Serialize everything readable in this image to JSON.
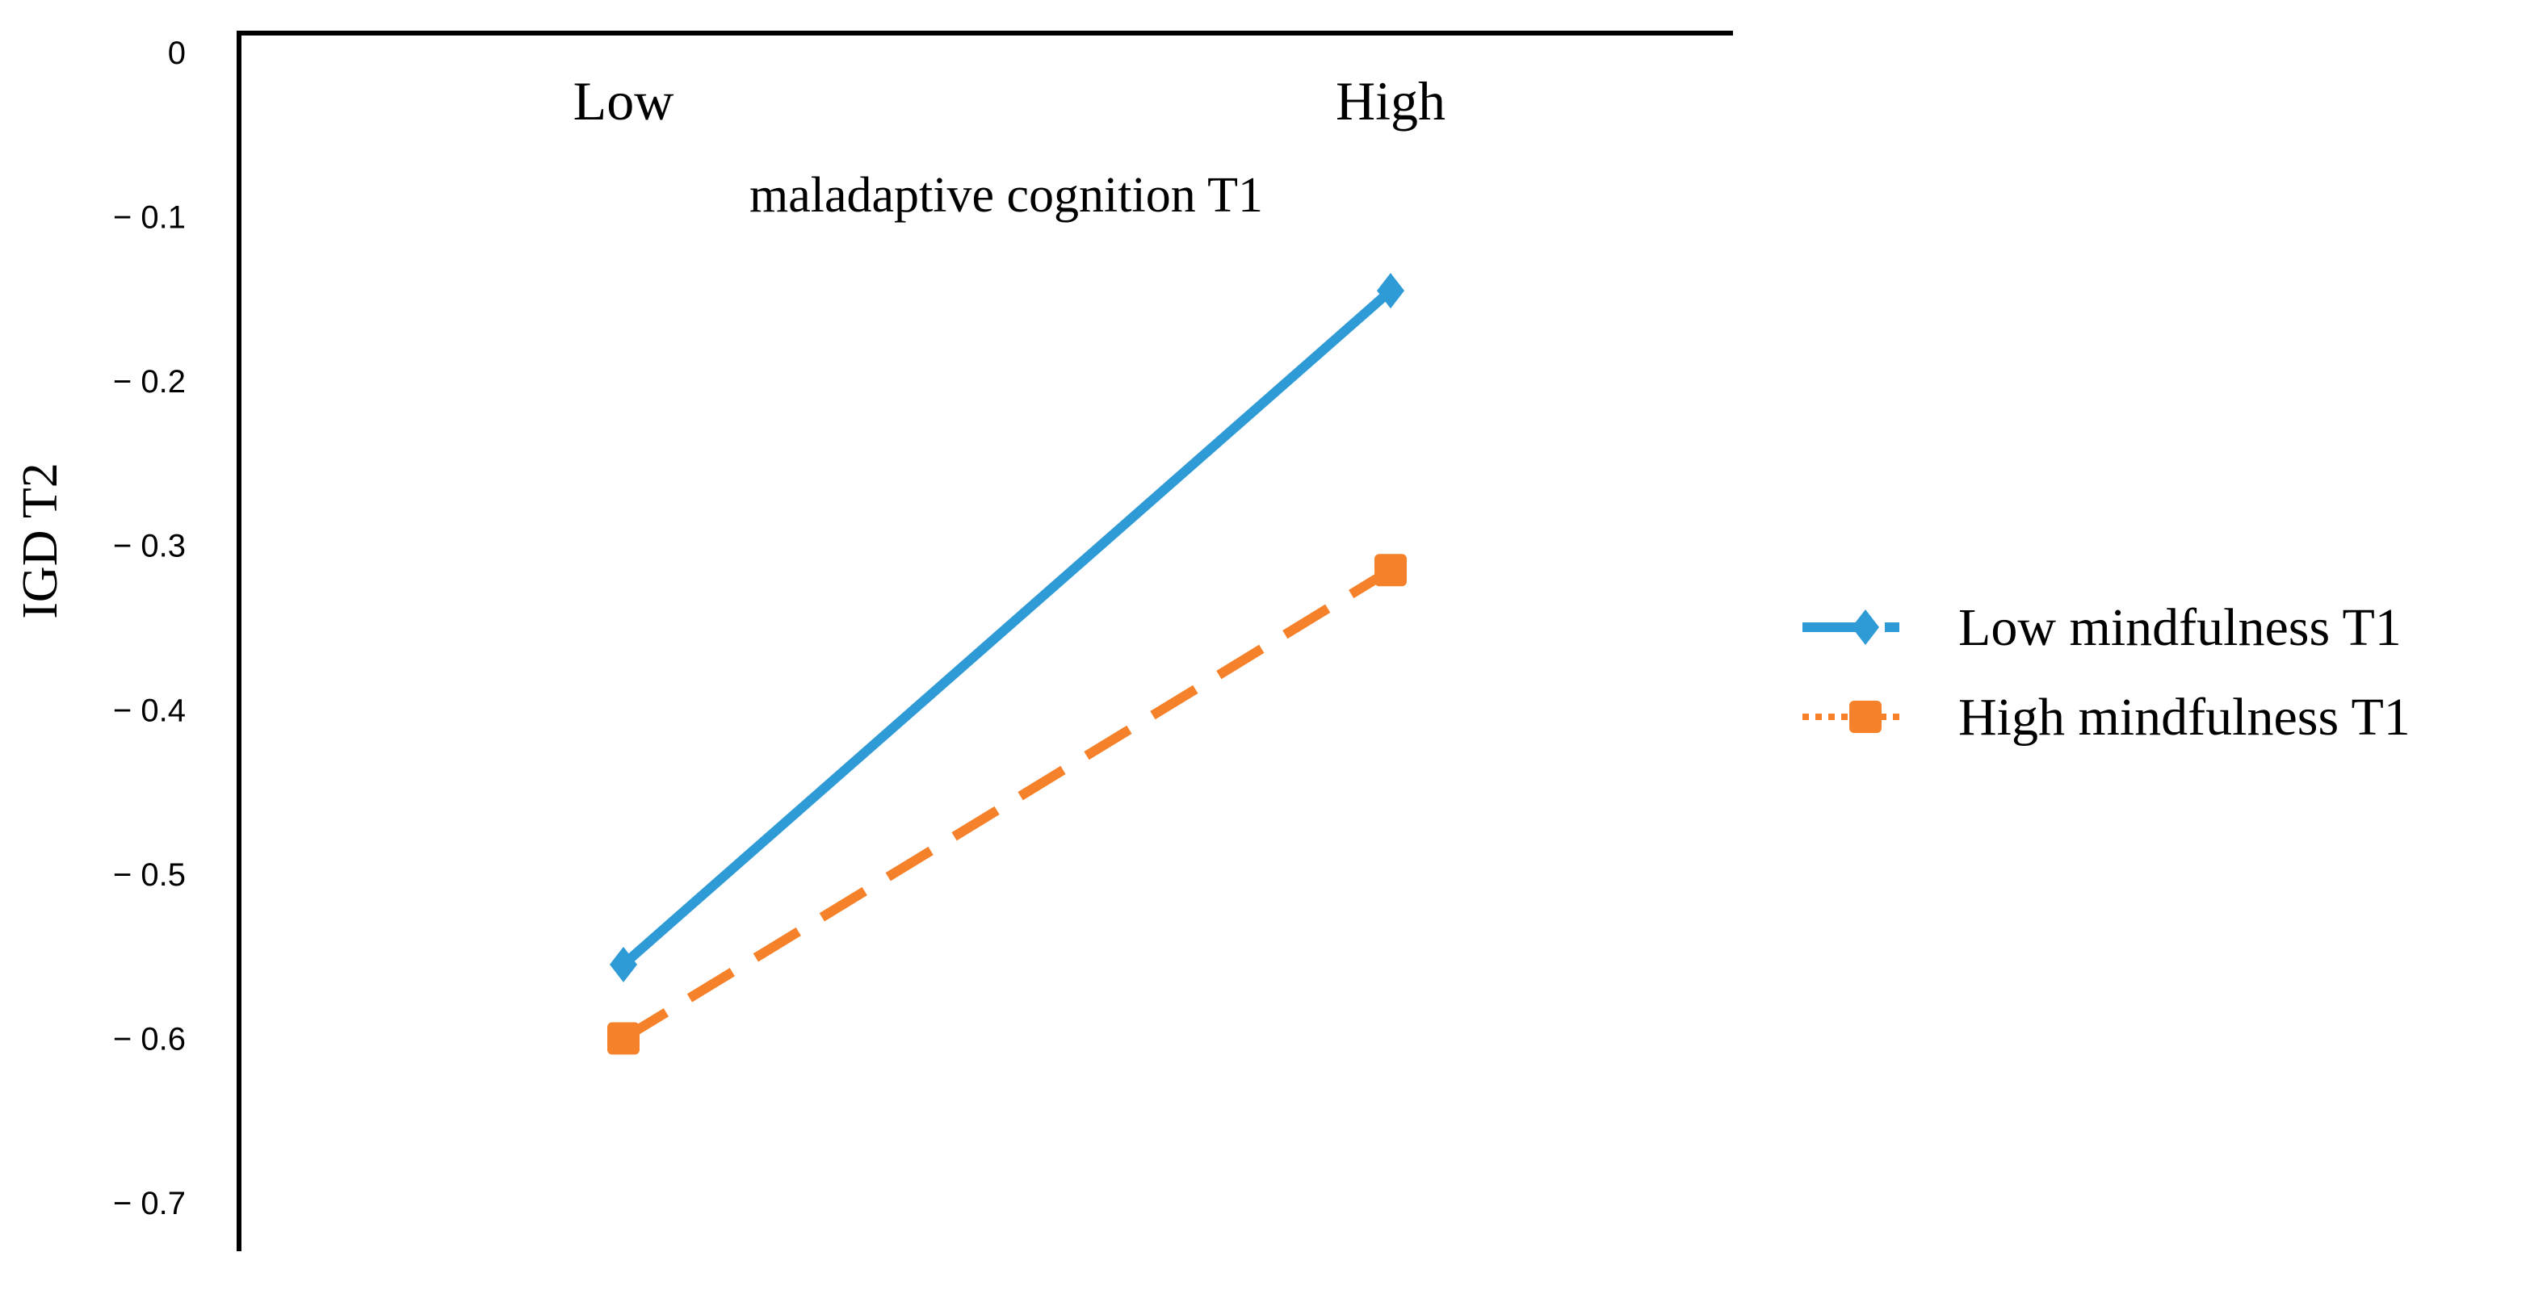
{
  "chart_data": {
    "type": "line",
    "categories": [
      "Low",
      "High"
    ],
    "xlabel": "maladaptive cognition T1",
    "ylabel": "IGD T2",
    "ylim": [
      -0.7,
      0
    ],
    "yticks": [
      {
        "value": 0,
        "label": "0"
      },
      {
        "value": -0.1,
        "label": "− 0.1"
      },
      {
        "value": -0.2,
        "label": "− 0.2"
      },
      {
        "value": -0.3,
        "label": "− 0.3"
      },
      {
        "value": -0.4,
        "label": "− 0.4"
      },
      {
        "value": -0.5,
        "label": "− 0.5"
      },
      {
        "value": -0.6,
        "label": "− 0.6"
      },
      {
        "value": -0.7,
        "label": "− 0.7"
      }
    ],
    "x_axis_position": "top",
    "grid": false,
    "legend_position": "right",
    "series": [
      {
        "name": "Low mindfulness T1",
        "values": [
          -0.555,
          -0.145
        ],
        "color": "#2E9BD6",
        "line_style": "solid",
        "marker": "diamond"
      },
      {
        "name": "High mindfulness T1",
        "values": [
          -0.6,
          -0.315
        ],
        "color": "#F5822A",
        "line_style": "dashed",
        "marker": "square"
      }
    ]
  }
}
